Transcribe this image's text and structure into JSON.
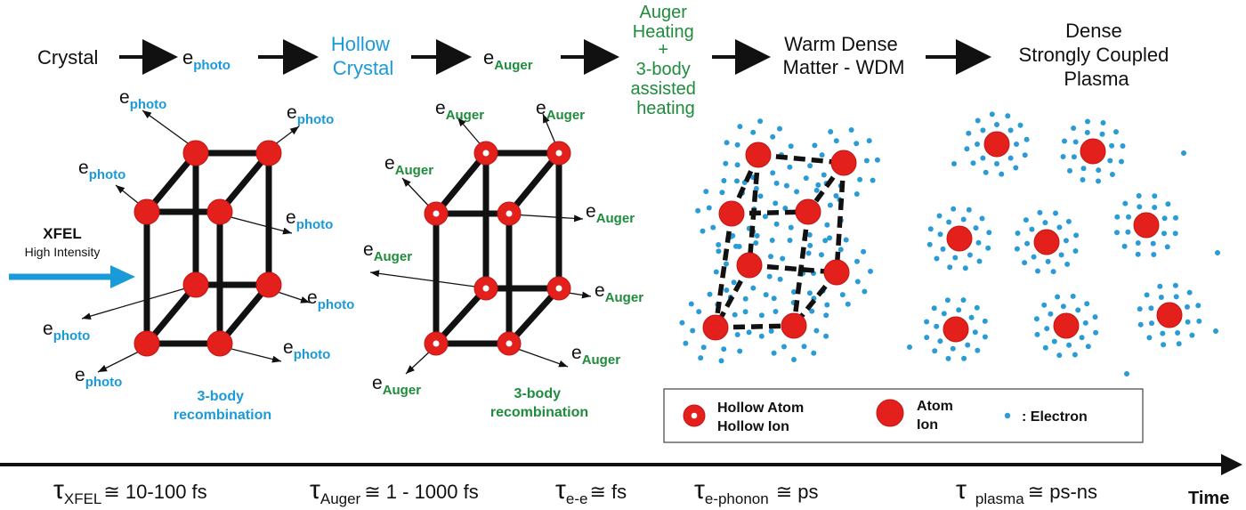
{
  "colors": {
    "blue": "#1a9ad9",
    "green": "#1e8c3c",
    "red": "#e3201b",
    "black": "#111111",
    "dot": "#2a9bd6"
  },
  "stages": {
    "crystal": "Crystal",
    "e_base": "e",
    "photo": "photo",
    "auger": "Auger",
    "hollow_crystal": [
      "Hollow",
      "Crystal"
    ],
    "auger_heating": [
      "Auger",
      "Heating",
      "+",
      "3-body",
      "assisted",
      "heating"
    ],
    "wdm": [
      "Warm Dense",
      "Matter - WDM"
    ],
    "plasma": [
      "Dense",
      "Strongly Coupled",
      "Plasma"
    ]
  },
  "xfel": {
    "title": "XFEL",
    "subtitle": "High Intensity"
  },
  "recombination": [
    "3-body",
    "recombination"
  ],
  "legend": {
    "hollow": [
      "Hollow Atom",
      "Hollow Ion"
    ],
    "atom": [
      "Atom",
      "Ion"
    ],
    "electron": ": Electron"
  },
  "timeline": {
    "tau": "τ",
    "items": [
      {
        "sub": "XFEL",
        "rest": "≅ 10-100 fs"
      },
      {
        "sub": "Auger",
        "rest": "≅ 1 - 1000 fs"
      },
      {
        "sub": "e-e",
        "rest": "≅ fs"
      },
      {
        "sub": "e-phonon",
        "rest": "≅ ps"
      },
      {
        "sub": "plasma",
        "rest": "≅ ps-ns"
      }
    ],
    "axis_label": "Time"
  }
}
